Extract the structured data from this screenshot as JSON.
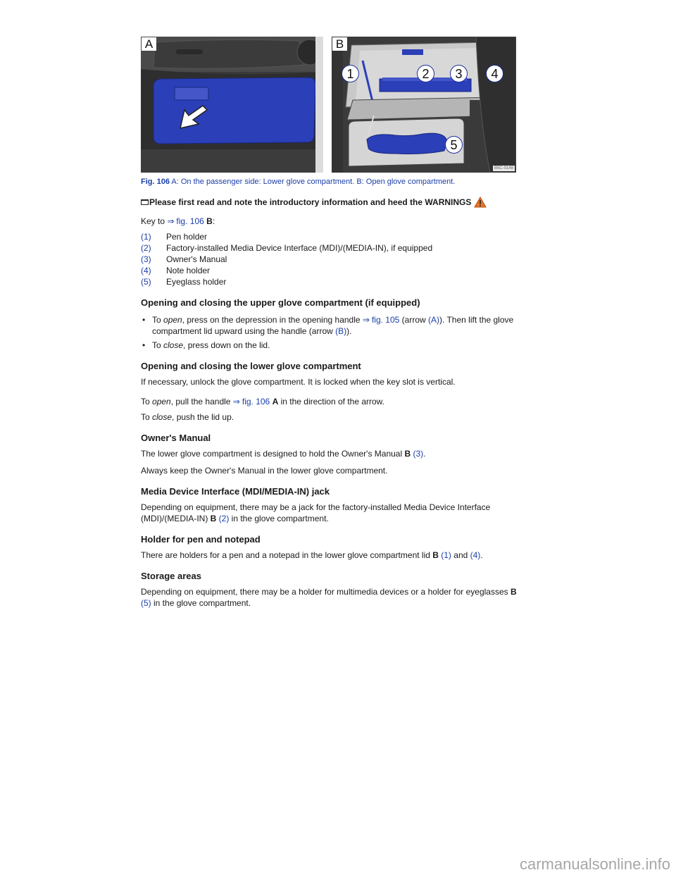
{
  "figure": {
    "panel_a_label": "A",
    "panel_b_label": "B",
    "callouts": [
      "1",
      "2",
      "3",
      "4",
      "5"
    ],
    "image_code": "B5C-0148",
    "colors": {
      "highlight": "#2b3fb8",
      "dashboard": "#2d2d2d",
      "open_compartment": "#c8c8c8"
    }
  },
  "caption": {
    "label": "Fig. 106",
    "text": " A: On the passenger side: Lower glove compartment. B: Open glove compartment."
  },
  "warning_line": {
    "icon": "book-icon",
    "text": "Please first read and note the introductory information and heed the WARNINGS",
    "warning_icon": "warning-triangle-icon"
  },
  "key": {
    "prefix": "Key to ",
    "arrow": "⇒",
    "fig_link": "fig. 106",
    "panel": "B",
    "suffix": ":",
    "items": [
      {
        "num": "(1)",
        "text": "Pen holder"
      },
      {
        "num": "(2)",
        "text": "Factory-installed Media Device Interface (MDI)/(MEDIA-IN), if equipped"
      },
      {
        "num": "(3)",
        "text": "Owner's Manual"
      },
      {
        "num": "(4)",
        "text": "Note holder"
      },
      {
        "num": "(5)",
        "text": "Eyeglass holder"
      }
    ]
  },
  "upper": {
    "heading": "Opening and closing the upper glove compartment (if equipped)",
    "bullet1": {
      "a": "To ",
      "em": "open",
      "b": ", press on the depression in the opening handle ",
      "arrow": "⇒",
      "link": "fig. 105",
      "c": " (arrow ",
      "link2": "(A)",
      "d": "). Then lift the glove compartment lid upward using the handle (arrow ",
      "link3": "(B)",
      "e": ")."
    },
    "bullet2": {
      "a": "To ",
      "em": "close",
      "b": ", press down on the lid."
    }
  },
  "lower": {
    "heading": "Opening and closing the lower glove compartment",
    "p1": "If necessary, unlock the glove compartment. It is locked when the key slot is vertical.",
    "p2": {
      "a": "To ",
      "em": "open",
      "b": ", pull the handle ",
      "arrow": "⇒",
      "link": "fig. 106",
      "bold": "A",
      "c": " in the direction of the arrow."
    },
    "p3": {
      "a": "To ",
      "em": "close",
      "b": ", push the lid up."
    }
  },
  "manual": {
    "heading": "Owner's Manual",
    "p1": {
      "a": "The lower glove compartment is designed to hold the Owner's Manual ",
      "bold": "B",
      "link": "(3)",
      "b": "."
    },
    "p2": "Always keep the Owner's Manual in the lower glove compartment."
  },
  "mdi": {
    "heading": "Media Device Interface (MDI/MEDIA-IN) jack",
    "p1": {
      "a": "Depending on equipment, there may be a jack for the factory-installed Media Device Interface (MDI)/(MEDIA-IN) ",
      "bold": "B",
      "link": "(2)",
      "b": " in the glove compartment."
    }
  },
  "holder": {
    "heading": "Holder for pen and notepad",
    "p1": {
      "a": "There are holders for a pen and a notepad in the lower glove compartment lid ",
      "bold": "B",
      "link": "(1)",
      "b": " and ",
      "link2": "(4)",
      "c": "."
    }
  },
  "storage": {
    "heading": "Storage areas",
    "p1": {
      "a": "Depending on equipment, there may be a holder for multimedia devices or a holder for eyeglasses ",
      "bold": "B",
      "link": "(5)",
      "b": " in the glove compartment."
    }
  },
  "footer": {
    "logo": "carmanualsonline.info"
  }
}
